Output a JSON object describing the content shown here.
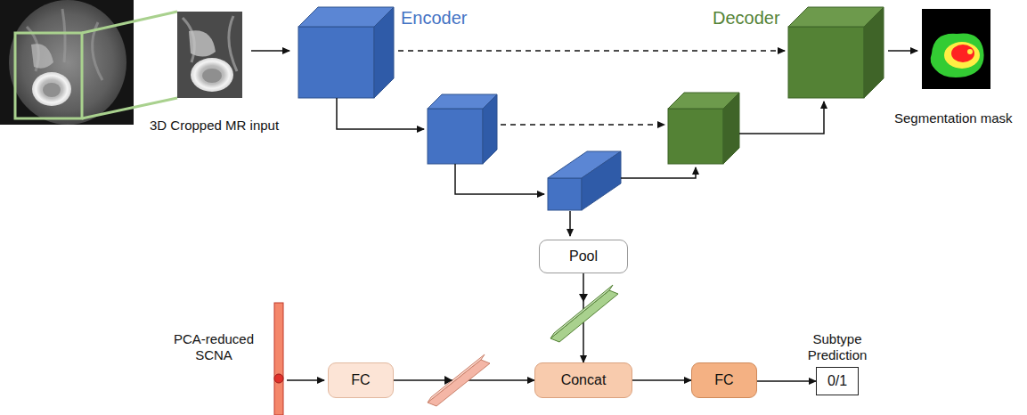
{
  "diagram": {
    "nodes": [
      {
        "text": [
          "Pool"
        ]
      },
      {
        "text": [
          "FC"
        ]
      },
      {
        "text": [
          "Concat"
        ]
      },
      {
        "text": [
          "FC"
        ]
      },
      {
        "text": [
          "Subtype Prediction",
          "0/1"
        ]
      }
    ],
    "edges": [
      {
        "from": 0,
        "to": 2,
        "arrow": "to"
      },
      {
        "from": 1,
        "to": 2,
        "arrow": "to"
      },
      {
        "from": 2,
        "to": 3,
        "arrow": "to"
      },
      {
        "from": 3,
        "to": 4,
        "arrow": "to"
      }
    ],
    "labels": [
      "Encoder",
      "Decoder",
      "3D Cropped MR input",
      "Segmentation mask",
      "PCA-reduced SCNA"
    ]
  }
}
